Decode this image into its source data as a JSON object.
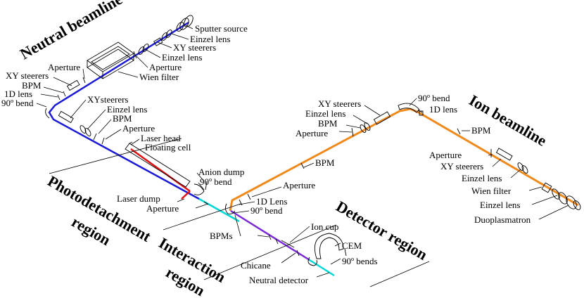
{
  "sections": {
    "neutral": "Neutral beamline",
    "ion": "Ion beamline",
    "photo1": "Photodetachment",
    "photo2": "region",
    "inter1": "Interaction",
    "inter2": "region",
    "detector": "Detector region"
  },
  "labels": {
    "sputter": "Sputter source",
    "einzel1": "Einzel lens",
    "xy1": "XY steerers",
    "einzel2": "Einzel lens",
    "aperture1": "Aperture",
    "wien1": "Wien filter",
    "aperture2": "Aperture",
    "xy2": "XY steerers",
    "bpm1": "BPM",
    "lens1d1": "1D lens",
    "bend1": "90º bend",
    "xy3": "XYsteerers",
    "einzel3": "Einzel lens",
    "bpm2": "BPM",
    "aperture3": "Aperture",
    "laserhead": "Laser head",
    "floating": "Floating cell",
    "aniondump": "Anion dump",
    "bend2": "90º bend",
    "laserdump": "Laser dump",
    "aperture4": "Aperture",
    "lens1d2": "1D Lens",
    "bend3": "90º bend",
    "aperture5": "Aperture",
    "bpm3": "BPM",
    "xy4": "XY steerers",
    "einzel4": "Einzel lens",
    "bpm4": "BPM",
    "aperture6": "Aperture",
    "bend4": "90º bend",
    "lens1d3": "1D lens",
    "bpm5": "BPM",
    "aperture7": "Aperture",
    "xy5": "XY steerers",
    "einzel5": "Einzel lens",
    "wien2": "Wien filter",
    "einzel6": "Einzel lens",
    "duoplasmatron": "Duoplasmatron",
    "bpms": "BPMs",
    "ioncup": "Ion cup",
    "cem": "CEM",
    "chicane": "Chicane",
    "bends": "90º bends",
    "neutraldet": "Neutral detector"
  },
  "colors": {
    "neutral_beam": "#1a1ad6",
    "ion_beam": "#f08a1c",
    "laser": "#e01010",
    "interaction": "#00d8d8",
    "detector_beam": "#7a2ad6"
  }
}
